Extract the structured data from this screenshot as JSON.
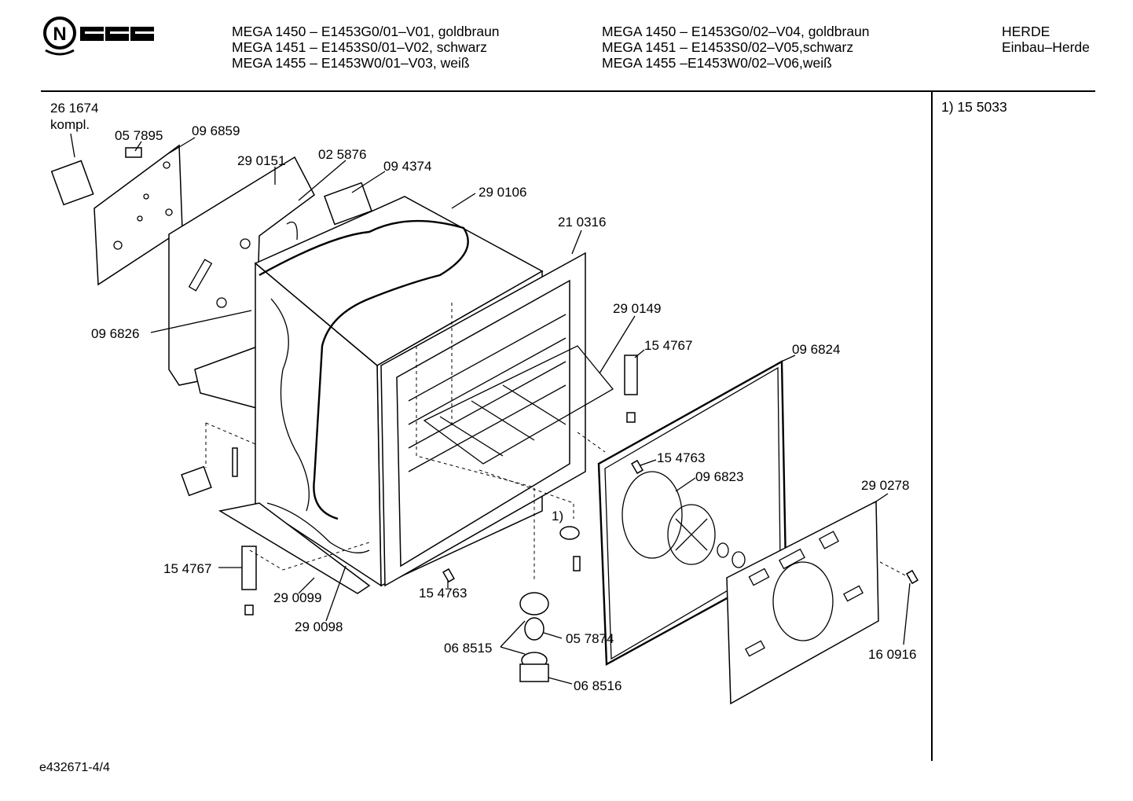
{
  "brand": {
    "logo_text": "NEFF"
  },
  "header": {
    "col1": [
      "MEGA 1450 – E1453G0/01–V01, goldbraun",
      "MEGA 1451 – E1453S0/01–V02, schwarz",
      "MEGA 1455 – E1453W0/01–V03, weiß"
    ],
    "col2": [
      "MEGA 1450 – E1453G0/02–V04, goldbraun",
      "MEGA 1451 – E1453S0/02–V05,schwarz",
      "MEGA 1455 –E1453W0/02–V06,weiß"
    ],
    "col3": [
      "HERDE",
      "Einbau–Herde"
    ]
  },
  "note": "1) 15 5033",
  "footer": {
    "doc_id": "e432671-4/4"
  },
  "diagram": {
    "part_labels": [
      "26 1674",
      "kompl.",
      "05 7895",
      "09 6859",
      "29 0151",
      "02 5876",
      "09 4374",
      "29 0106",
      "21 0316",
      "09 6826",
      "29 0149",
      "15 4767",
      "09 6824",
      "15 4763",
      "09 6823",
      "29 0278",
      "1)",
      "15 4767",
      "29 0099",
      "15 4763",
      "29 0098",
      "05 7874",
      "06 8515",
      "16 0916",
      "06 8516"
    ]
  }
}
